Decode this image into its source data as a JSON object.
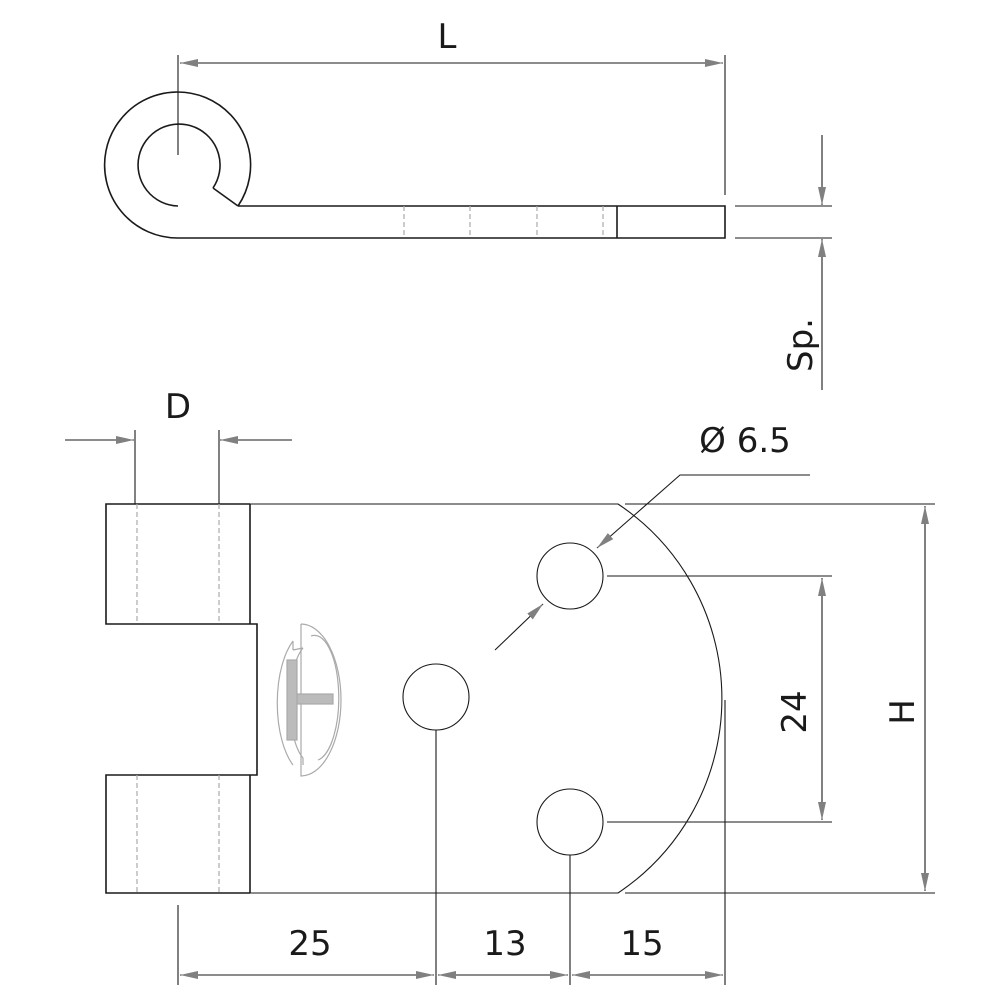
{
  "title": "Hinge technical drawing",
  "labels": {
    "length": "L",
    "thickness": "Sp.",
    "diameter": "D",
    "hole_diameter": "Ø 6.5",
    "height": "H",
    "hole_spacing": "24",
    "dim_25": "25",
    "dim_13": "13",
    "dim_15": "15"
  },
  "colors": {
    "line": "#1a1a1a",
    "arrow": "#808080",
    "hidden": "#aaaaaa"
  }
}
